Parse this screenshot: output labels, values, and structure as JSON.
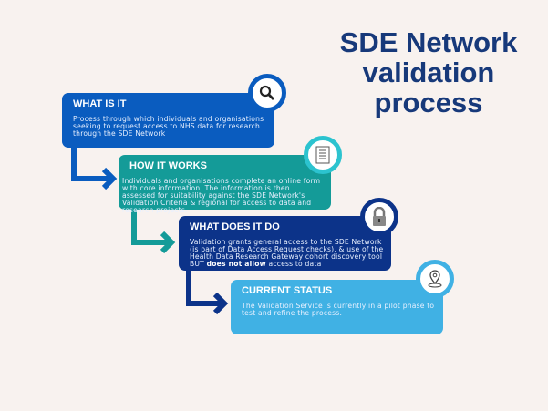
{
  "title": "SDE Network validation process",
  "steps": [
    {
      "heading": "WHAT IS IT",
      "body": "Process through which individuals and organisations seeking to request access to NHS data for research through the SDE Network",
      "icon": "search-icon",
      "color": "#0a5cbf"
    },
    {
      "heading": "HOW IT WORKS",
      "body": "Individuals and organisations complete an online form with core information. The information is then assessed for suitability against the SDE Network's Validation Criteria & regional for access to data and research projects.",
      "icon": "document-list-icon",
      "color": "#149b98"
    },
    {
      "heading": "WHAT DOES IT DO",
      "body_pre": "Validation grants general access to the SDE Network (is part of Data Access Request checks), & use of the Health Data Research Gateway cohort discovery tool BUT ",
      "body_bold": "does not allow",
      "body_post": " access to data",
      "icon": "lock-icon",
      "color": "#0c3389"
    },
    {
      "heading": "CURRENT STATUS",
      "body": "The Validation Service is currently in a pilot phase to test and refine the process.",
      "icon": "location-pin-icon",
      "color": "#40b1e4"
    }
  ]
}
